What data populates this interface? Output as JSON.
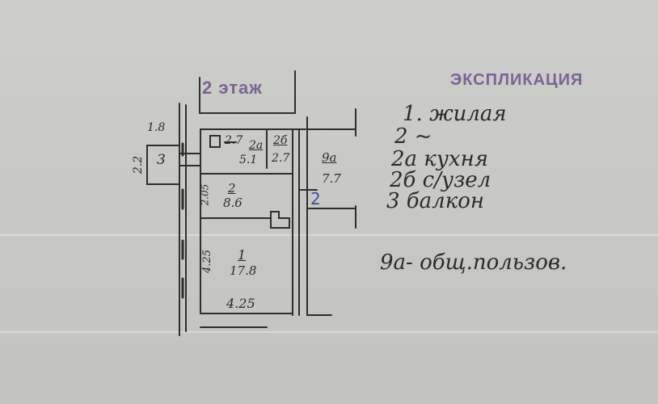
{
  "floor_label": "2 этаж",
  "header": "ЭКСПЛИКАЦИЯ",
  "colors": {
    "ink": "#2b2b2b",
    "stamp": "#7a6496",
    "blue_ink": "#3b4f9a",
    "paper": "#c9cac6"
  },
  "plan": {
    "balcony_width": "1.8",
    "balcony_height": "2.2",
    "room_balcony_no": "3",
    "kitchen_width": "2.7",
    "kitchen_no": "2а",
    "kitchen_area": "5.1",
    "bath_no": "2б",
    "bath_area": "2.7",
    "common_no": "9а",
    "common_area": "7.7",
    "room2_no": "2",
    "room2_area": "8.6",
    "room2_height": "2.05",
    "room1_no": "1",
    "room1_area": "17.8",
    "room1_height": "4.25",
    "room1_width": "4.25",
    "blue_mark": "2"
  },
  "legend": [
    "1. жилая",
    "2      ~",
    "2а кухня",
    "2б с/узел",
    "3 балкон"
  ],
  "common_note": "9а- общ.пользов."
}
